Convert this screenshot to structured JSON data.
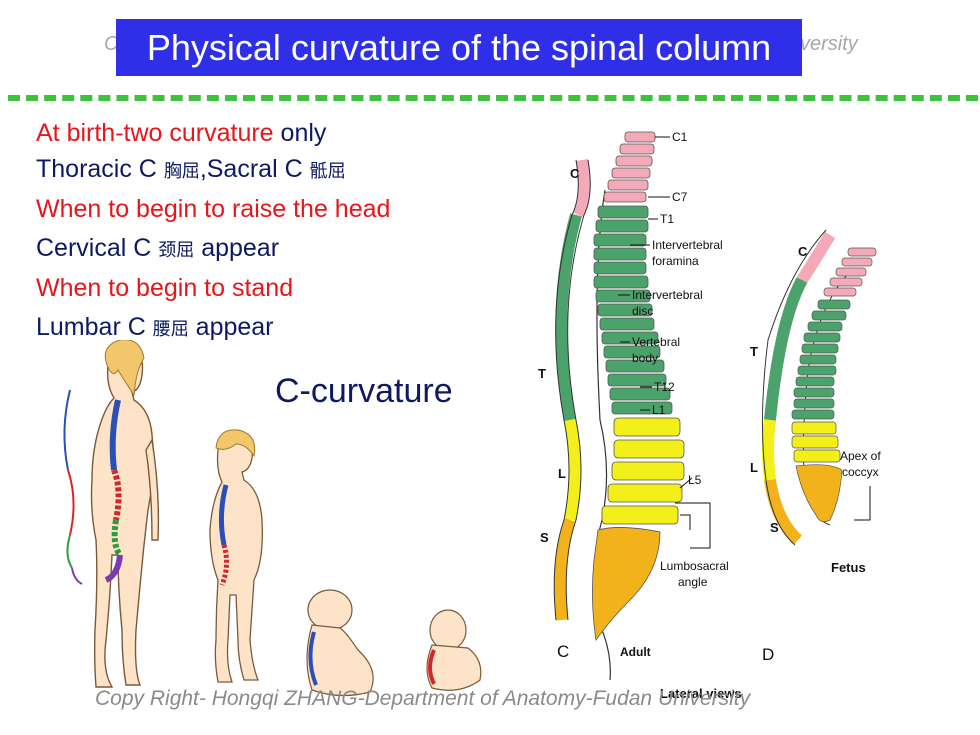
{
  "header": {
    "watermark_left": "C",
    "watermark_right": "versity",
    "title": "Physical curvature of the spinal column"
  },
  "lines": [
    {
      "part1": "At birth-two curvature",
      "part2": " only"
    },
    {
      "part1": "Thoracic C ",
      "cjk1": "胸屈",
      "part2": ",Sacral C ",
      "cjk2": "骶屈"
    },
    {
      "text": "When to begin to raise the head"
    },
    {
      "part1": "Cervical C ",
      "cjk1": "颈屈",
      "part2": " appear"
    },
    {
      "text": "When to begin to stand"
    },
    {
      "part1": "Lumbar C ",
      "cjk1": "腰屈",
      "part2": " appear"
    }
  ],
  "c_curvature": "C-curvature",
  "diagram": {
    "labels": {
      "c1": "C1",
      "c7": "C7",
      "t1": "T1",
      "iv_foramina_1": "Intervertebral",
      "iv_foramina_2": "foramina",
      "iv_disc_1": "Intervertebral",
      "iv_disc_2": "disc",
      "vb_1": "Vertebral",
      "vb_2": "body",
      "t12": "T12",
      "l1": "L1",
      "l5": "L5",
      "ls_1": "Lumbosacral",
      "ls_2": "angle",
      "region_c": "C",
      "region_t": "T",
      "region_l": "L",
      "region_s": "S",
      "adult": "Adult",
      "fetus": "Fetus",
      "apex_1": "Apex of",
      "apex_2": "coccyx",
      "panel_c": "C",
      "panel_d": "D",
      "lateral_views": "Lateral views"
    },
    "colors": {
      "cervical": "#f4a9b8",
      "thoracic": "#4ba36b",
      "lumbar": "#f2ef1a",
      "sacral": "#f2b21c"
    }
  },
  "footer": "Copy Right- Hongqi ZHANG-Department of Anatomy-Fudan University",
  "colors": {
    "title_bg": "#2f2fe8",
    "red_text": "#e8151a",
    "navy_text": "#0d1a63",
    "divider": "#3cc23c"
  }
}
